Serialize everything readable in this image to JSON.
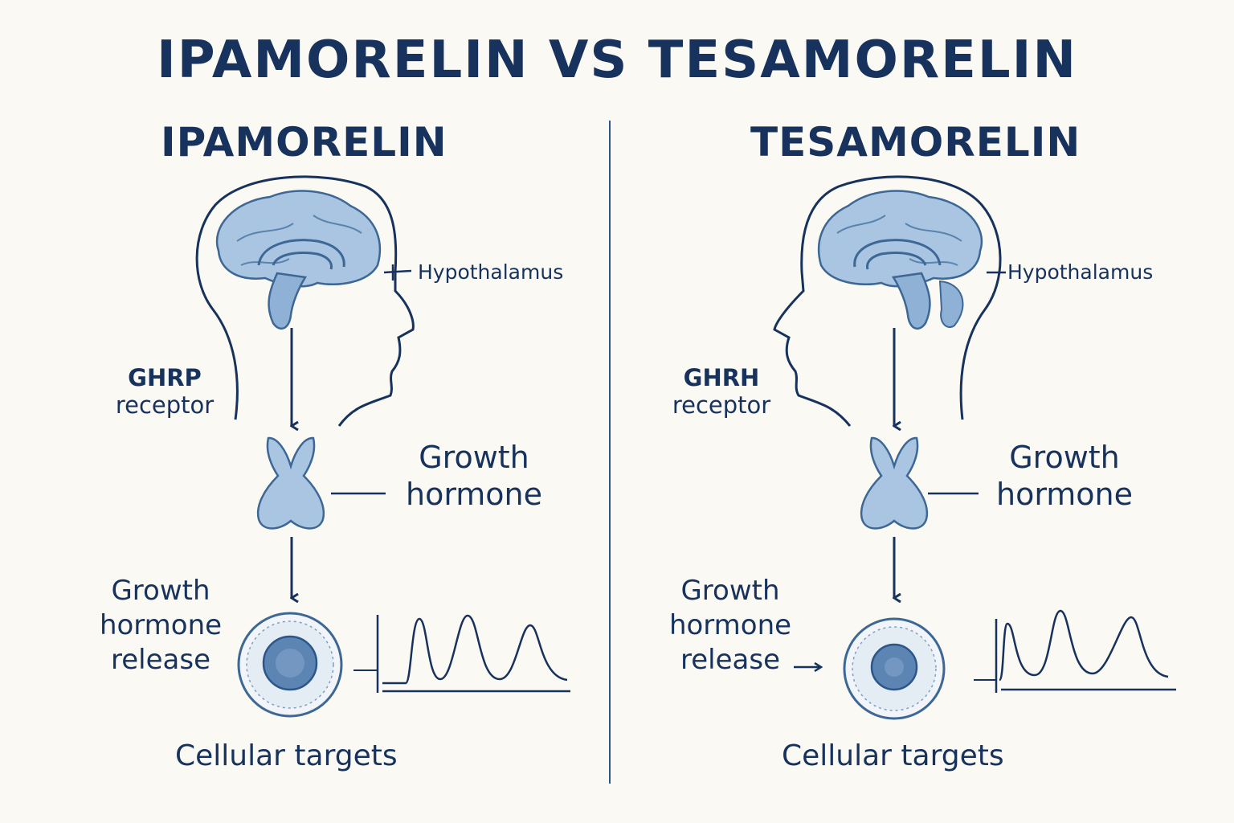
{
  "title": "IPAMORELIN VS TESAMORELIN",
  "panels": [
    {
      "heading": "IPAMORELIN",
      "hypothalamus_label": "Hypothalamus",
      "receptor_name": "GHRP",
      "receptor_word": "receptor",
      "gh_line1": "Growth",
      "gh_line2": "hormone",
      "release_line1": "Growth",
      "release_line2": "hormone",
      "release_line3": "release",
      "targets_label": "Cellular targets"
    },
    {
      "heading": "TESAMORELIN",
      "hypothalamus_label": "Hypothalamus",
      "receptor_name": "GHRH",
      "receptor_word": "receptor",
      "gh_line1": "Growth",
      "gh_line2": "hormone",
      "release_line1": "Growth",
      "release_line2": "hormone",
      "release_line3": "release",
      "targets_label": "Cellular targets"
    }
  ],
  "colors": {
    "ink": "#17325c",
    "organ_fill": "#9fbddc",
    "organ_stroke": "#3d6794",
    "background": "#fbf9f4"
  }
}
